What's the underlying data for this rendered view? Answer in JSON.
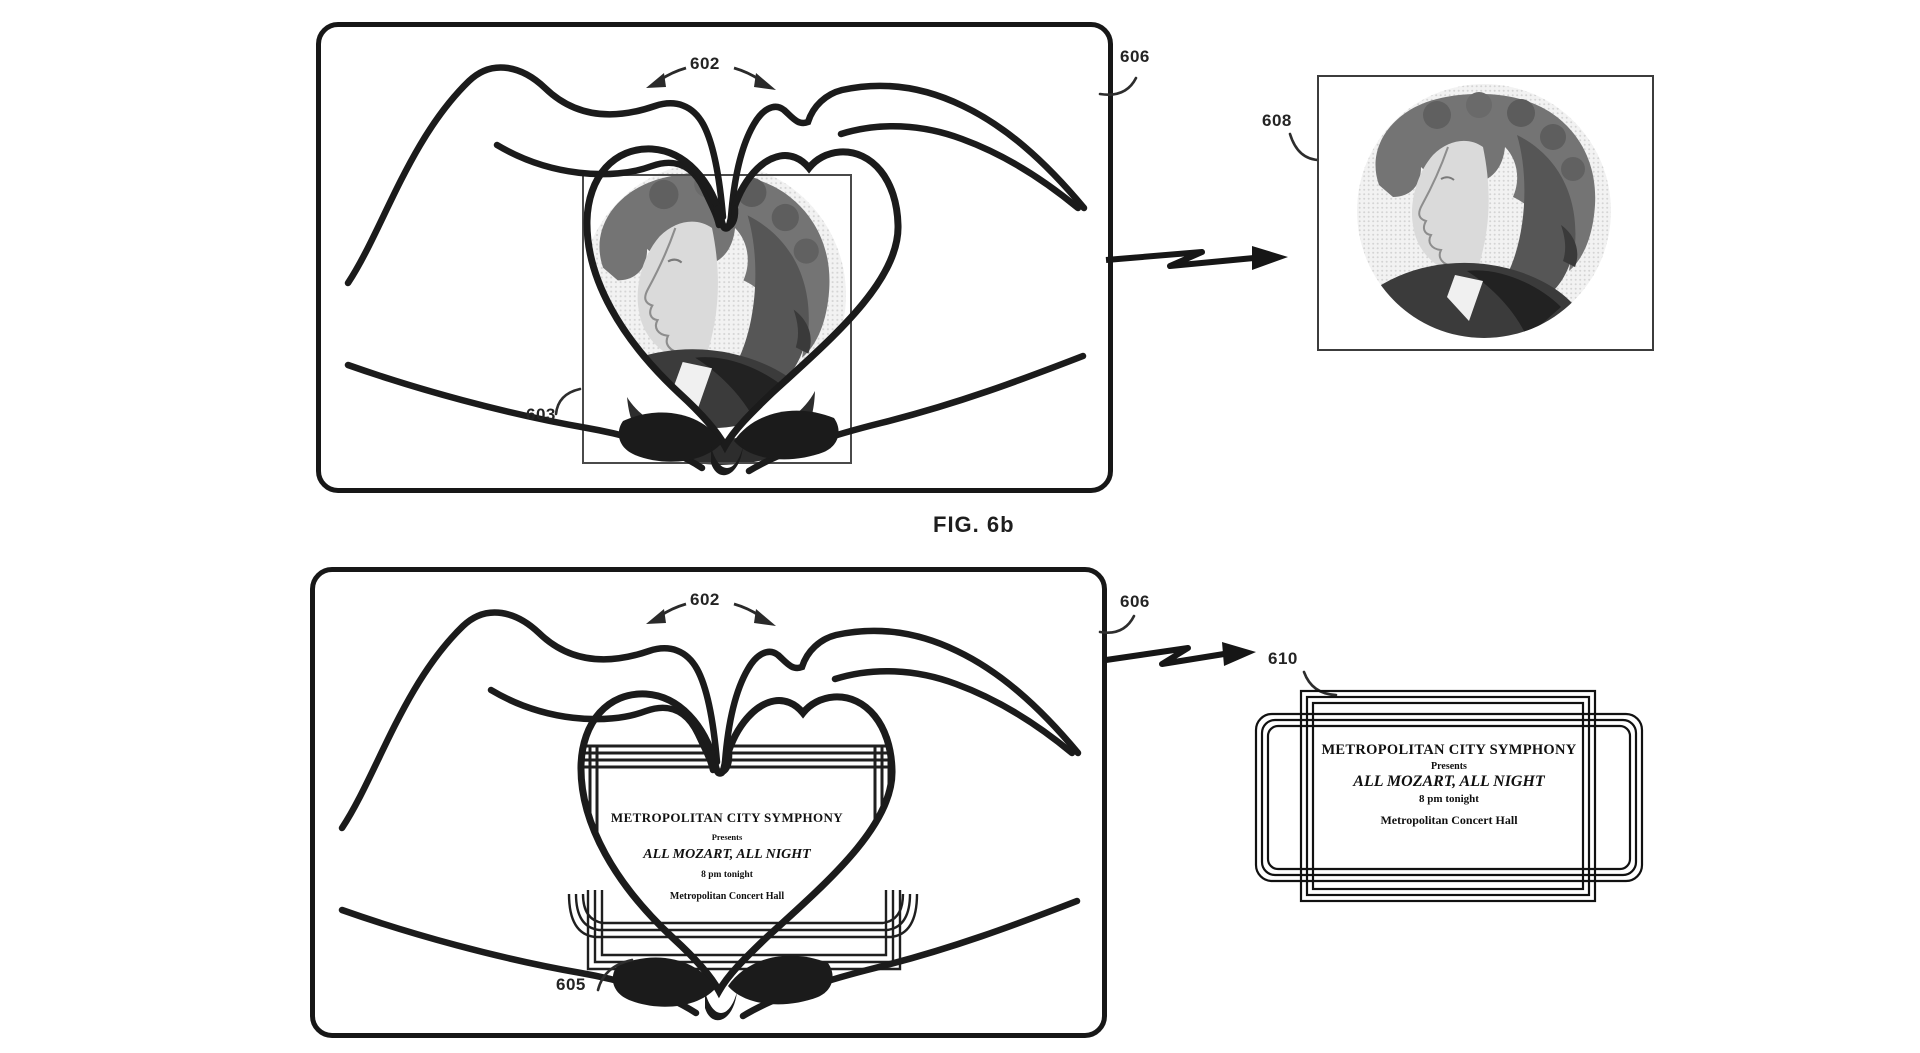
{
  "caption": "FIG. 6b",
  "labels": {
    "gesture": "602",
    "capture_box": "603",
    "poster_stack": "605",
    "display_frame": "606",
    "portrait_result": "608",
    "poster_result": "610"
  },
  "poster": {
    "lines": [
      "METROPOLITAN CITY SYMPHONY",
      "Presents",
      "ALL MOZART, ALL NIGHT",
      "8 pm tonight",
      "Metropolitan Concert Hall"
    ]
  },
  "colors": {
    "ink": "#1b1b1b",
    "label_ink": "#242424",
    "background": "#ffffff"
  }
}
